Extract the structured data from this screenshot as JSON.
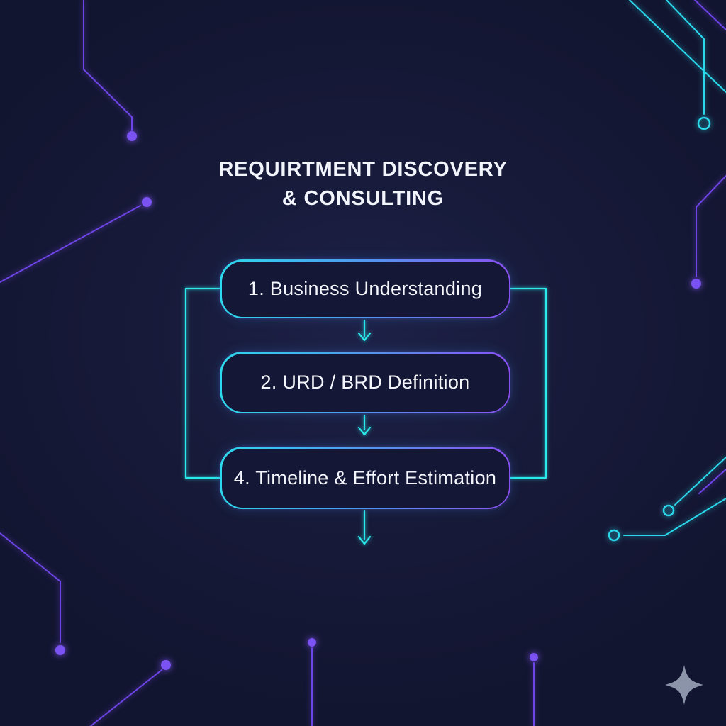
{
  "title": {
    "line1": "REQUIRTMENT DISCOVERY",
    "line2": "& CONSULTING"
  },
  "flow": {
    "steps": [
      {
        "label": "1. Business Understanding"
      },
      {
        "label": "2. URD / BRD Definition"
      },
      {
        "label": "4. Timeline & Effort Estimation"
      }
    ]
  },
  "icons": {
    "sparkle": "four-point-star"
  },
  "colors": {
    "background": "#151838",
    "box_fill": "#141735",
    "border_gradient_start": "#2CD9EC",
    "border_gradient_end": "#8A50F2",
    "connector_cyan": "#2BEAEC",
    "accent_purple": "#7B52F2",
    "text": "#F4F6FC",
    "sparkle_gray": "#97A0B5"
  }
}
